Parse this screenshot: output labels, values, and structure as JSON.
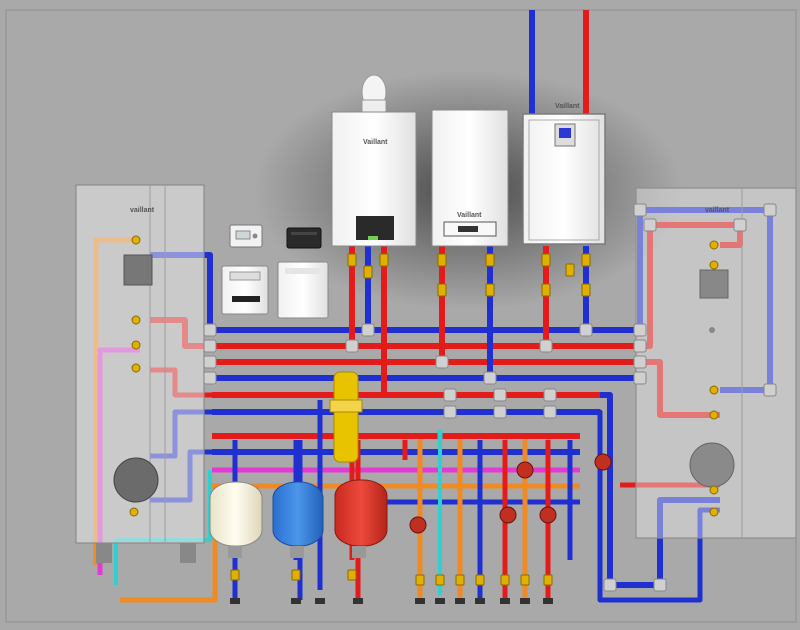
{
  "diagram": {
    "type": "heating-plant-piping-schematic",
    "colors": {
      "wall": "#a9a9a9",
      "hot_flow": "#e31b1b",
      "cold_return": "#1f2fd0",
      "domestic_hot": "#f08a24",
      "circulation": "#e23ad3",
      "cold_water": "#2fd0d0",
      "fittings": "#d0d0d0",
      "valve_brass": "#e0b000",
      "cylinder_glass": "rgba(225,225,225,0.55)"
    },
    "labels": {
      "cylinder_brand": "vaillant",
      "boiler_1_brand": "Vaillant",
      "boiler_2_brand": "Vaillant",
      "boiler_3_brand": "Vaillant",
      "buffer_tank_brand": "vaillant"
    },
    "icons": {
      "pump": "circulator-pump-icon",
      "valve": "ball-valve-icon",
      "expansion_vessel": "expansion-vessel-icon",
      "controller": "room-controller-icon",
      "separator": "hydraulic-separator-icon"
    },
    "components": {
      "boilers": 3,
      "expansion_vessels": 3,
      "storage_cylinders": 2,
      "controllers": 4
    }
  }
}
